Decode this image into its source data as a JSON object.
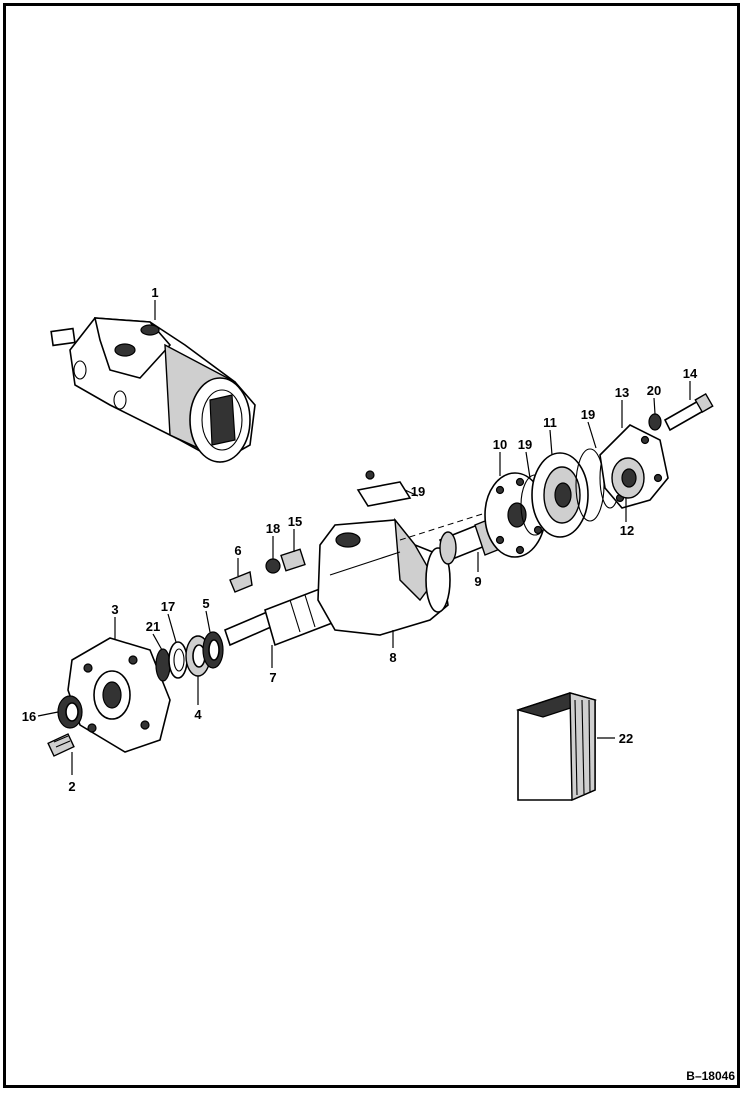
{
  "diagram": {
    "reference": "B–18046",
    "callouts": [
      {
        "id": "c1",
        "text": "1"
      },
      {
        "id": "c2",
        "text": "2"
      },
      {
        "id": "c3",
        "text": "3"
      },
      {
        "id": "c4",
        "text": "4"
      },
      {
        "id": "c5",
        "text": "5"
      },
      {
        "id": "c6",
        "text": "6"
      },
      {
        "id": "c7",
        "text": "7"
      },
      {
        "id": "c8",
        "text": "8"
      },
      {
        "id": "c9",
        "text": "9"
      },
      {
        "id": "c10",
        "text": "10"
      },
      {
        "id": "c11",
        "text": "11"
      },
      {
        "id": "c12",
        "text": "12"
      },
      {
        "id": "c13",
        "text": "13"
      },
      {
        "id": "c14",
        "text": "14"
      },
      {
        "id": "c15",
        "text": "15"
      },
      {
        "id": "c16",
        "text": "16"
      },
      {
        "id": "c17",
        "text": "17"
      },
      {
        "id": "c18",
        "text": "18"
      },
      {
        "id": "c19a",
        "text": "19"
      },
      {
        "id": "c19b",
        "text": "19"
      },
      {
        "id": "c19c",
        "text": "19"
      },
      {
        "id": "c20",
        "text": "20"
      },
      {
        "id": "c21",
        "text": "21"
      },
      {
        "id": "c22",
        "text": "22"
      }
    ]
  }
}
